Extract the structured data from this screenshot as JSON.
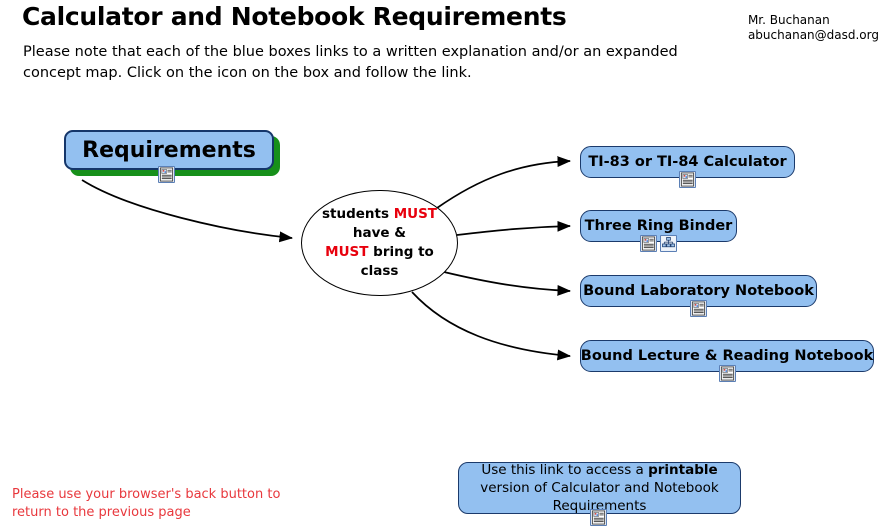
{
  "header": {
    "title": "Calculator and Notebook Requirements",
    "contact_name": "Mr. Buchanan",
    "contact_email": "abuchanan@dasd.org",
    "intro": "Please note that each of the blue boxes links to a written explanation and/or an expanded concept map. Click on the icon on the box and follow the link."
  },
  "map": {
    "root": {
      "label": "Requirements",
      "fill": "#93c0f0",
      "shadow": "#17901a",
      "border": "#15366a"
    },
    "center": {
      "line1_a": "students ",
      "line1_b": "MUST",
      "line2": "have &",
      "line3_a": "MUST",
      "line3_b": " bring to",
      "line4": "class",
      "highlight_color": "#e8000d"
    },
    "branches": [
      {
        "label": "TI-83 or TI-84 Calculator",
        "icons": [
          "document-icon"
        ]
      },
      {
        "label": "Three Ring Binder",
        "icons": [
          "document-icon",
          "concept-map-icon"
        ]
      },
      {
        "label": "Bound Laboratory Notebook",
        "icons": [
          "document-icon"
        ]
      },
      {
        "label": "Bound Lecture & Reading Notebook",
        "icons": [
          "document-icon"
        ]
      }
    ]
  },
  "note": {
    "text_before": "Use this link to access a ",
    "text_bold": "printable",
    "text_after": " version of Calculator and Notebook Requirements",
    "icons": [
      "document-icon"
    ]
  },
  "footer": {
    "text": "Please use your browser's back button to return to the previous page",
    "color": "#e8383d"
  }
}
